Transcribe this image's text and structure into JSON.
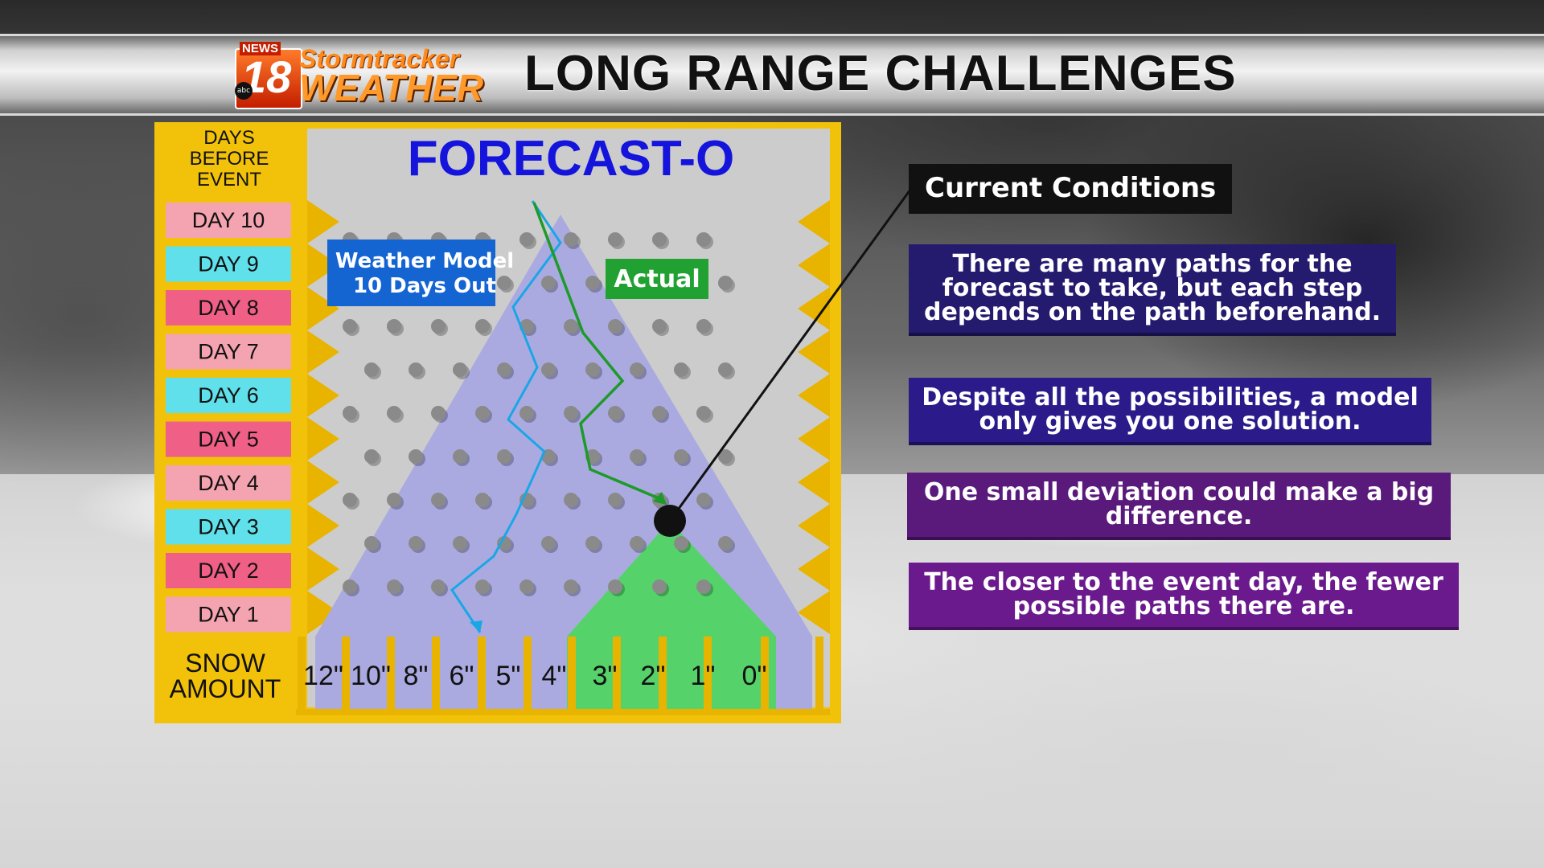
{
  "header": {
    "logo_news": "NEWS",
    "logo_number": "18",
    "logo_network": "abc",
    "logo_line1": "Stormtracker",
    "logo_line2": "WEATHER",
    "title": "LONG RANGE CHALLENGES"
  },
  "board": {
    "title": "FORECAST-O",
    "days_header": [
      "DAYS",
      "BEFORE",
      "EVENT"
    ],
    "days": [
      "DAY 10",
      "DAY 9",
      "DAY 8",
      "DAY 7",
      "DAY 6",
      "DAY 5",
      "DAY 4",
      "DAY 3",
      "DAY 2",
      "DAY 1"
    ],
    "day_colors": [
      "#f4a3b0",
      "#5fe0ea",
      "#ef5f86",
      "#f4a3b0",
      "#5fe0ea",
      "#ef5f86",
      "#f4a3b0",
      "#5fe0ea",
      "#ef5f86",
      "#f4a3b0"
    ],
    "snow_header": [
      "SNOW",
      "AMOUNT"
    ],
    "snow_amounts": [
      "12\"",
      "10\"",
      "8\"",
      "6\"",
      "5\"",
      "4\"",
      "3\"",
      "2\"",
      "1\"",
      "0\""
    ],
    "model_label": [
      "Weather Model",
      "10 Days Out"
    ],
    "actual_label": "Actual",
    "colors": {
      "frame": "#f2c20a",
      "board_bg": "#cccccc",
      "triangle_model": "#aaaae0",
      "triangle_actual": "#55d36a",
      "model_path": "#1aa6e6",
      "actual_path": "#1e9a2a",
      "model_label_bg": "#1464d2",
      "actual_label_bg": "#21a132",
      "title_color": "#1414dc"
    }
  },
  "panel": {
    "current_conditions": "Current Conditions",
    "notes": [
      {
        "lines": [
          "There are many paths for the",
          "forecast to take, but each step",
          "depends on the path beforehand."
        ],
        "color": "#241a6e"
      },
      {
        "lines": [
          "Despite all the possibilities, a model",
          "only gives you one solution."
        ],
        "color": "#2a1a8a"
      },
      {
        "lines": [
          "One small deviation could make a big",
          "difference."
        ],
        "color": "#5a1a7c"
      },
      {
        "lines": [
          "The closer to the event day, the fewer",
          "possible paths there are."
        ],
        "color": "#6a1a8c"
      }
    ]
  }
}
